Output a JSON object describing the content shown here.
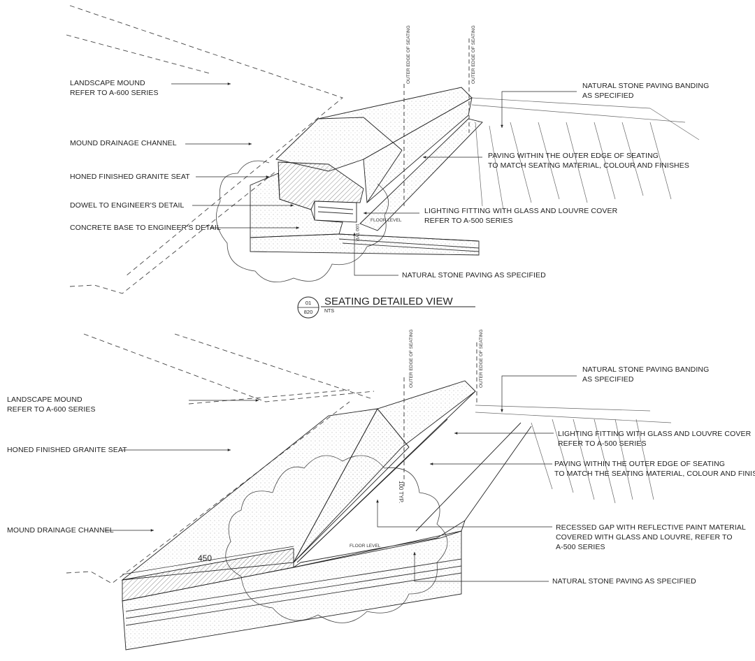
{
  "top_view": {
    "labels": {
      "landscape_mound": [
        "LANDSCAPE MOUND",
        "REFER TO A-600 SERIES"
      ],
      "mound_drainage": [
        "MOUND DRAINAGE CHANNEL"
      ],
      "granite_seat": [
        "HONED FINISHED GRANITE SEAT"
      ],
      "dowel": [
        "DOWEL TO ENGINEER'S DETAIL"
      ],
      "concrete_base": [
        "CONCRETE BASE TO ENGINEER'S DETAIL"
      ],
      "paving_banding": [
        "NATURAL STONE PAVING BANDING",
        "AS SPECIFIED"
      ],
      "paving_within": [
        "PAVING WITHIN THE OUTER EDGE OF SEATING",
        "TO MATCH SEATING MATERIAL, COLOUR AND FINISHES"
      ],
      "lighting": [
        "LIGHTING FITTING WITH GLASS AND LOUVRE COVER",
        "REFER TO A-500 SERIES"
      ],
      "natural_paving": [
        "NATURAL STONE PAVING AS SPECIFIED"
      ]
    },
    "outer_edge_1": "OUTER EDGE OF SEATING",
    "outer_edge_2": "OUTER EDGE OF SEATING",
    "floor_level": "FLOOR LEVEL",
    "dim_typ": "100 TYP."
  },
  "title_block": {
    "number": "01",
    "sheet": "820",
    "title": "SEATING DETAILED VIEW",
    "scale": "NTS"
  },
  "bottom_view": {
    "labels": {
      "landscape_mound": [
        "LANDSCAPE MOUND",
        "REFER TO A-600 SERIES"
      ],
      "granite_seat": [
        "HONED FINISHED GRANITE SEAT"
      ],
      "mound_drainage": [
        "MOUND DRAINAGE CHANNEL"
      ],
      "paving_banding": [
        "NATURAL STONE PAVING BANDING",
        "AS SPECIFIED"
      ],
      "lighting": [
        "LIGHTING FITTING WITH GLASS AND LOUVRE COVER",
        "REFER TO A-500 SERIES"
      ],
      "paving_within": [
        "PAVING WITHIN THE OUTER EDGE OF SEATING",
        "TO MATCH THE SEATING MATERIAL, COLOUR AND FINISHES"
      ],
      "recessed_gap": [
        "RECESSED GAP WITH REFLECTIVE PAINT MATERIAL",
        "COVERED WITH GLASS AND LOUVRE, REFER TO",
        "A-500 SERIES"
      ],
      "natural_paving": [
        "NATURAL STONE PAVING AS SPECIFIED"
      ]
    },
    "outer_edge_1": "OUTER EDGE OF SEATING",
    "outer_edge_2": "OUTER EDGE OF SEATING",
    "floor_level": "FLOOR LEVEL",
    "dim_typ": "100 TYP.",
    "dim_450": "450"
  }
}
